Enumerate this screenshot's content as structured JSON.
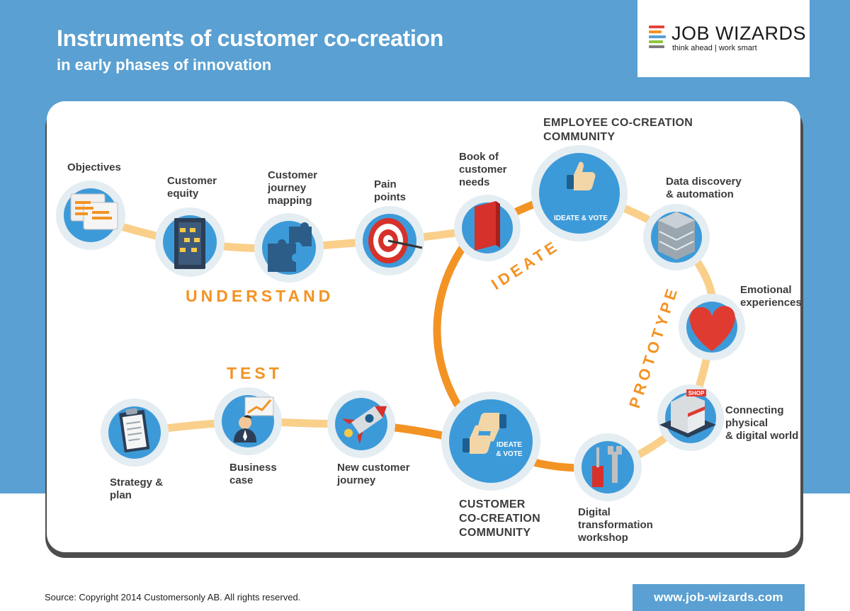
{
  "header": {
    "title": "Instruments of customer co-creation",
    "subtitle": "in early phases of innovation"
  },
  "logo": {
    "name": "JOB WIZARDS",
    "tagline": "think ahead | work smart",
    "bar_colors": [
      "#e2453c",
      "#f39324",
      "#5aa0d2",
      "#8cc63f",
      "#7d7d7d"
    ]
  },
  "phases": {
    "understand": "UNDERSTAND",
    "test": "TEST",
    "ideate": "IDEATE",
    "prototype": "PROTOTYPE"
  },
  "nodes": {
    "objectives": {
      "label": "Objectives",
      "icon": "speech-bubbles-icon"
    },
    "customer_equity": {
      "label": "Customer\nequity",
      "icon": "abacus-icon"
    },
    "journey_mapping": {
      "label": "Customer\njourney\nmapping",
      "icon": "puzzle-icon"
    },
    "pain_points": {
      "label": "Pain\npoints",
      "icon": "target-icon"
    },
    "book_needs": {
      "label": "Book of\ncustomer\nneeds",
      "icon": "book-icon"
    },
    "employee_community": {
      "label": "EMPLOYEE CO-CREATION\nCOMMUNITY",
      "inner": "IDEATE & VOTE",
      "icon": "thumbs-up-icon"
    },
    "data_discovery": {
      "label": "Data discovery\n& automation",
      "icon": "server-icon"
    },
    "emotional": {
      "label": "Emotional\nexperiences",
      "icon": "heart-icon"
    },
    "connecting": {
      "label": "Connecting\nphysical\n& digital world",
      "icon": "shop-icon",
      "shop_sign": "SHOP"
    },
    "digital_workshop": {
      "label": "Digital\ntransformation\nworkshop",
      "icon": "tools-icon"
    },
    "customer_community": {
      "label": "CUSTOMER\nCO-CREATION\nCOMMUNITY",
      "inner": "IDEATE\n& VOTE",
      "icon": "thumbs-icon"
    },
    "new_journey": {
      "label": "New customer\njourney",
      "icon": "rocket-icon"
    },
    "business_case": {
      "label": "Business\ncase",
      "icon": "businessman-icon"
    },
    "strategy": {
      "label": "Strategy &\nplan",
      "icon": "clipboard-icon"
    }
  },
  "footer": {
    "source": "Source: Copyright 2014 Customersonly AB. All rights reserved.",
    "url": "www.job-wizards.com"
  },
  "colors": {
    "background": "#5aa0d2",
    "orange": "#f39324",
    "light_orange": "#f9cf8a",
    "node_blue": "#3d9ad9",
    "ring": "#e4edf2"
  }
}
